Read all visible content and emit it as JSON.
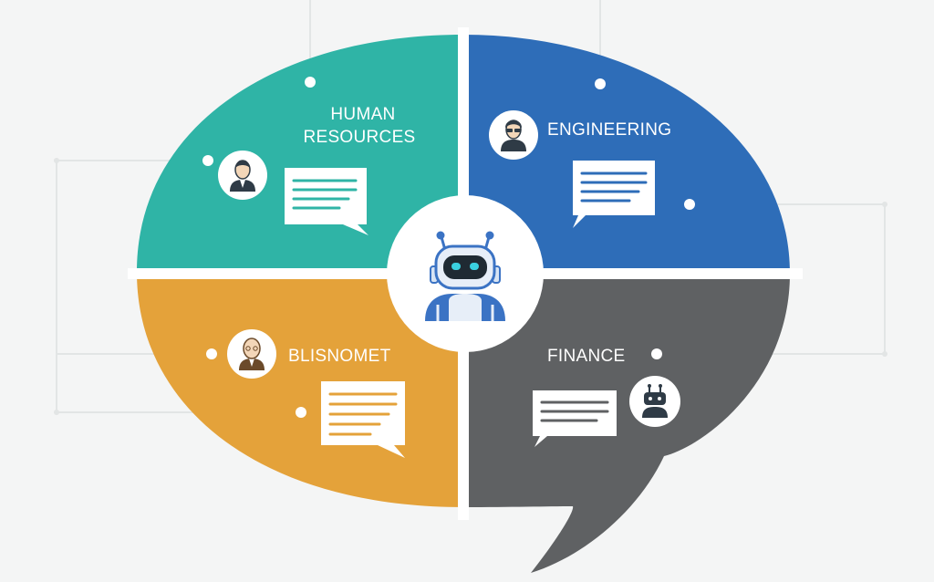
{
  "diagram": {
    "center": {
      "icon": "robot-icon"
    },
    "quadrants": [
      {
        "id": "human-resources",
        "label_lines": [
          "HUMAN",
          "RESOURCES"
        ],
        "color": "#2fb4a6",
        "avatar_icon": "person-icon",
        "bubble_icon": "speech-bubble-icon"
      },
      {
        "id": "engineering",
        "label_lines": [
          "ENGINEERING"
        ],
        "color": "#2e6db8",
        "avatar_icon": "person-glasses-icon",
        "bubble_icon": "speech-bubble-icon"
      },
      {
        "id": "business",
        "label_lines": [
          "BLISNOMET"
        ],
        "color": "#e4a23a",
        "avatar_icon": "bald-person-icon",
        "bubble_icon": "speech-bubble-icon"
      },
      {
        "id": "finance",
        "label_lines": [
          "FINANCE"
        ],
        "color": "#5f6163",
        "avatar_icon": "robot-icon",
        "bubble_icon": "speech-bubble-icon"
      }
    ],
    "colors": {
      "background": "#f4f5f5",
      "divider": "#ffffff",
      "robot_body": "#3b73c4",
      "robot_eye": "#3ad0e0",
      "connector": "#e2e5e5"
    }
  }
}
